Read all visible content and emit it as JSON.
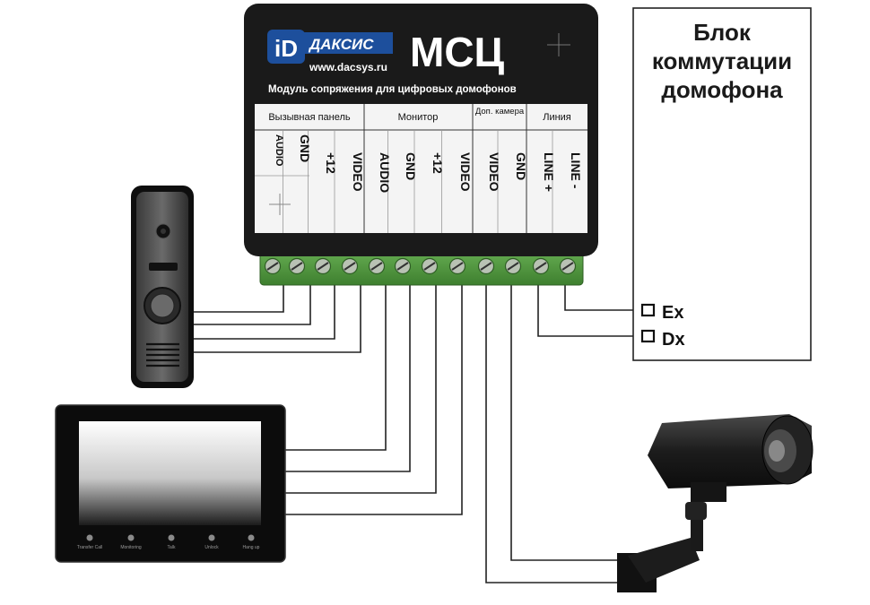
{
  "module": {
    "brand": "ДАКСИС",
    "logo_letters": "iD",
    "website": "www.dacsys.ru",
    "model": "МСЦ",
    "subtitle": "Модуль сопряжения для цифровых домофонов",
    "groups": [
      {
        "label": "Вызывная панель"
      },
      {
        "label": "Монитор"
      },
      {
        "label": "Доп. камера"
      },
      {
        "label": "Линия"
      }
    ],
    "terminals": [
      {
        "label": "AUDIO"
      },
      {
        "label": "GND"
      },
      {
        "label": "+12"
      },
      {
        "label": "VIDEO"
      },
      {
        "label": "AUDIO"
      },
      {
        "label": "GND"
      },
      {
        "label": "+12"
      },
      {
        "label": "VIDEO"
      },
      {
        "label": "VIDEO"
      },
      {
        "label": "GND"
      },
      {
        "label": "LINE +"
      },
      {
        "label": "LINE -"
      }
    ]
  },
  "switch_block": {
    "title_lines": [
      "Блок",
      "коммутации",
      "домофона"
    ],
    "ports": [
      {
        "label": "Ex"
      },
      {
        "label": "Dx"
      }
    ]
  },
  "monitor_buttons": [
    "Transfer Call",
    "Monitoring",
    "Talk",
    "Unlock",
    "Hang up"
  ],
  "colors": {
    "module_body": "#1a1a1a",
    "label_panel": "#f4f4f4",
    "terminal_green": "#4f9a3c",
    "logo_blue": "#1d4f9c",
    "wire": "#222222"
  }
}
